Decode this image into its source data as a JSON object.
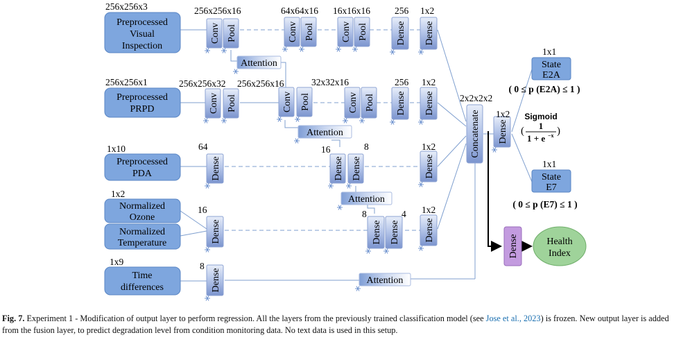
{
  "inputs": {
    "visual": {
      "dims": "256x256x3",
      "label_lines": [
        "Preprocessed",
        "Visual",
        "Inspection"
      ]
    },
    "prpd": {
      "dims": "256x256x1",
      "label_lines": [
        "Preprocessed",
        "PRPD"
      ]
    },
    "pda": {
      "dims": "1x10",
      "label_lines": [
        "Preprocessed",
        "PDA"
      ]
    },
    "ozone": {
      "dims": "1x2",
      "label_lines": [
        "Normalized",
        "Ozone"
      ]
    },
    "temperature": {
      "label_lines": [
        "Normalized",
        "Temperature"
      ]
    },
    "time": {
      "dims": "1x9",
      "label_lines": [
        "Time",
        "differences"
      ]
    }
  },
  "layers": {
    "conv": "Conv",
    "pool": "Pool",
    "dense": "Dense",
    "attention": "Attention",
    "concatenate": "Concatenate"
  },
  "dims": {
    "v_conv": "256x256x16",
    "v_conv2": "64x64x16",
    "v_conv3": "16x16x16",
    "v_d1": "256",
    "v_d2": "1x2",
    "p_conv": "256x256x32",
    "p_conv2": "256x256x16",
    "p_conv3": "32x32x16",
    "p_d1": "256",
    "p_d2": "1x2",
    "pda_d": "64",
    "pda_d16": "16",
    "pda_d8": "8",
    "pda_d2": "1x2",
    "oz_d": "16",
    "oz_d8": "8",
    "oz_d4": "4",
    "oz_d2": "1x2",
    "time_d": "8",
    "concat": "2x2x2x2",
    "fusion_dense": "1x2"
  },
  "outputs": {
    "e2a": {
      "dims": "1x1",
      "label_lines": [
        "State",
        "E2A"
      ],
      "range": "( 0 ≤ p (E2A) ≤ 1 )"
    },
    "e7": {
      "dims": "1x1",
      "label_lines": [
        "State",
        "E7"
      ],
      "range": "( 0 ≤ p (E7) ≤ 1 )"
    },
    "sigmoid": {
      "title": "Sigmoid",
      "numerator": "1",
      "denominator": "1 + e",
      "exponent": "−x"
    },
    "health": {
      "label_lines": [
        "Health",
        "Index"
      ]
    }
  },
  "colors": {
    "box_fill": "#7ea6de",
    "box_stroke": "#5a86c4",
    "layer_top": "#e6edf8",
    "layer_bottom": "#7c95cf",
    "attention_fill": "#f0f4fb",
    "attention_dark": "#8aa6d8",
    "line": "#7f9fcf",
    "regression_dense": "#c39bdf",
    "health": "#9fd39a"
  },
  "caption": {
    "label": "Fig. 7.",
    "text1": " Experiment 1 - Modification of output layer to perform regression. All the layers from the previously trained classification model (see ",
    "cite": "Jose et al., 2023",
    "text2": ") is frozen. New output layer is added from the fusion layer, to predict degradation level from condition monitoring data. No text data is used in this setup."
  }
}
